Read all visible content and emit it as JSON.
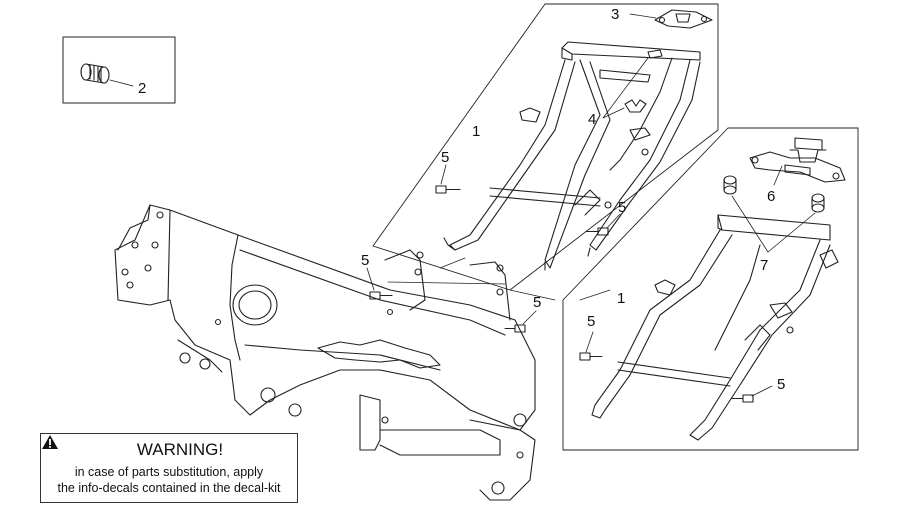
{
  "callouts": {
    "c1a": "1",
    "c1b": "1",
    "c2": "2",
    "c3": "3",
    "c4": "4",
    "c5a": "5",
    "c5b": "5",
    "c5c": "5",
    "c5d": "5",
    "c5e": "5",
    "c5f": "5",
    "c6": "6",
    "c7": "7"
  },
  "warning": {
    "title": "WARNING!",
    "line1": "in case of parts substitution, apply",
    "line2": "the info-decals contained in the decal-kit"
  },
  "icons": {
    "warning": "warning-triangle-icon"
  }
}
